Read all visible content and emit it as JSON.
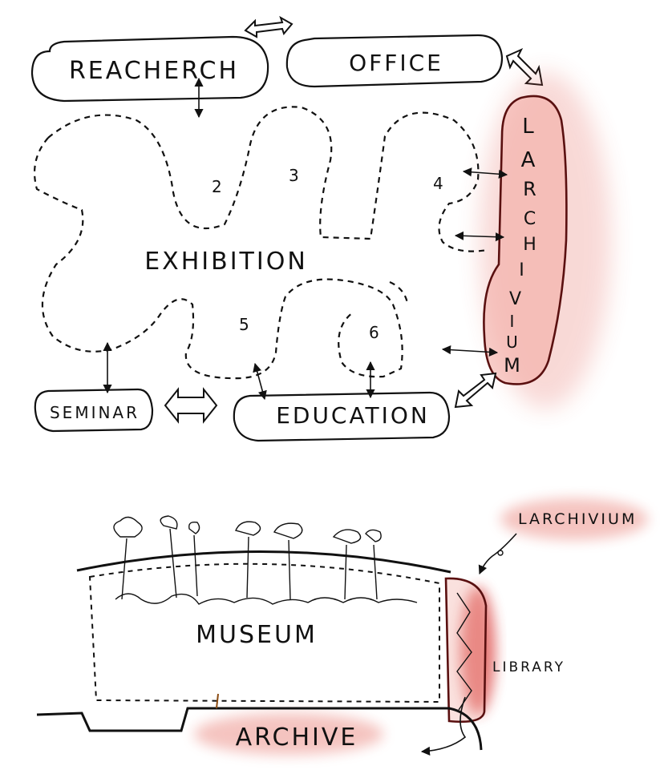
{
  "plan": {
    "rooms": {
      "research": "REACHERCH",
      "office": "OFFICE",
      "seminar": "SEMINAR",
      "education": "EDUCATION",
      "exhibition": "EXHIBITION"
    },
    "archive_letters": [
      "L",
      "A",
      "R",
      "C",
      "H",
      "I",
      "V",
      "I",
      "U",
      "M"
    ],
    "gallery_numbers": [
      "2",
      "3",
      "4",
      "5",
      "6"
    ]
  },
  "section": {
    "museum": "MUSEUM",
    "library": "LIBRARY",
    "archive": "ARCHIVE",
    "larchivium": "LARCHIVIUM"
  },
  "colors": {
    "ink": "#111111",
    "archive_fill": "#f2a8a0",
    "archive_stroke": "#5a1010",
    "glow": "#e2574c",
    "library_glow": "#d8322e"
  }
}
